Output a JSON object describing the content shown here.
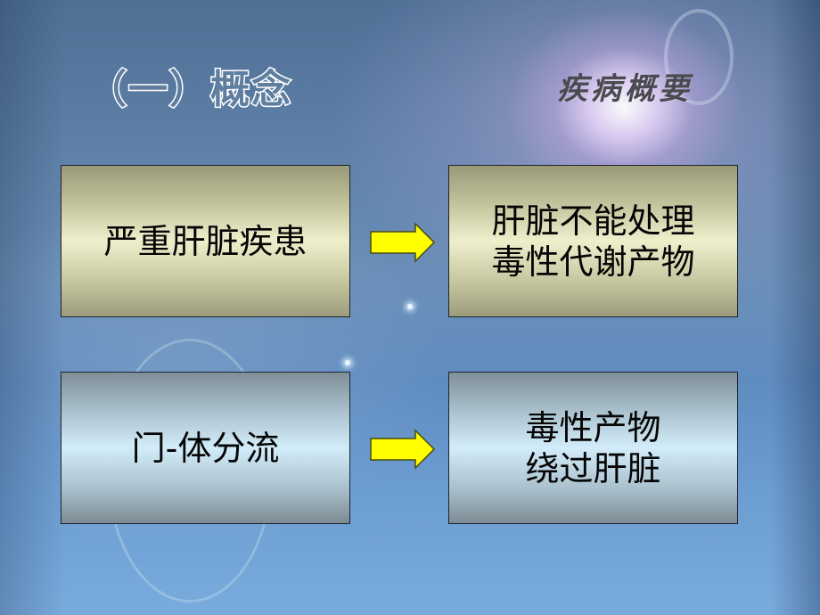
{
  "slide": {
    "title": "（一）概念",
    "subtitle": "疾病概要",
    "colors": {
      "arrow_fill": "#ffff00",
      "arrow_stroke": "#4a4a10",
      "tan_box_center": "#efefcc",
      "blue_box_center": "#d2ecf9",
      "box_border": "#1d2330",
      "subtitle_text": "#4a4a50"
    }
  },
  "flow": {
    "rows": [
      {
        "cause": "严重肝脏疾患",
        "effect": "肝脏不能处理\n毒性代谢产物",
        "arrow_icon": "right-arrow"
      },
      {
        "cause": "门-体分流",
        "effect": "毒性产物\n绕过肝脏",
        "arrow_icon": "right-arrow"
      }
    ]
  }
}
